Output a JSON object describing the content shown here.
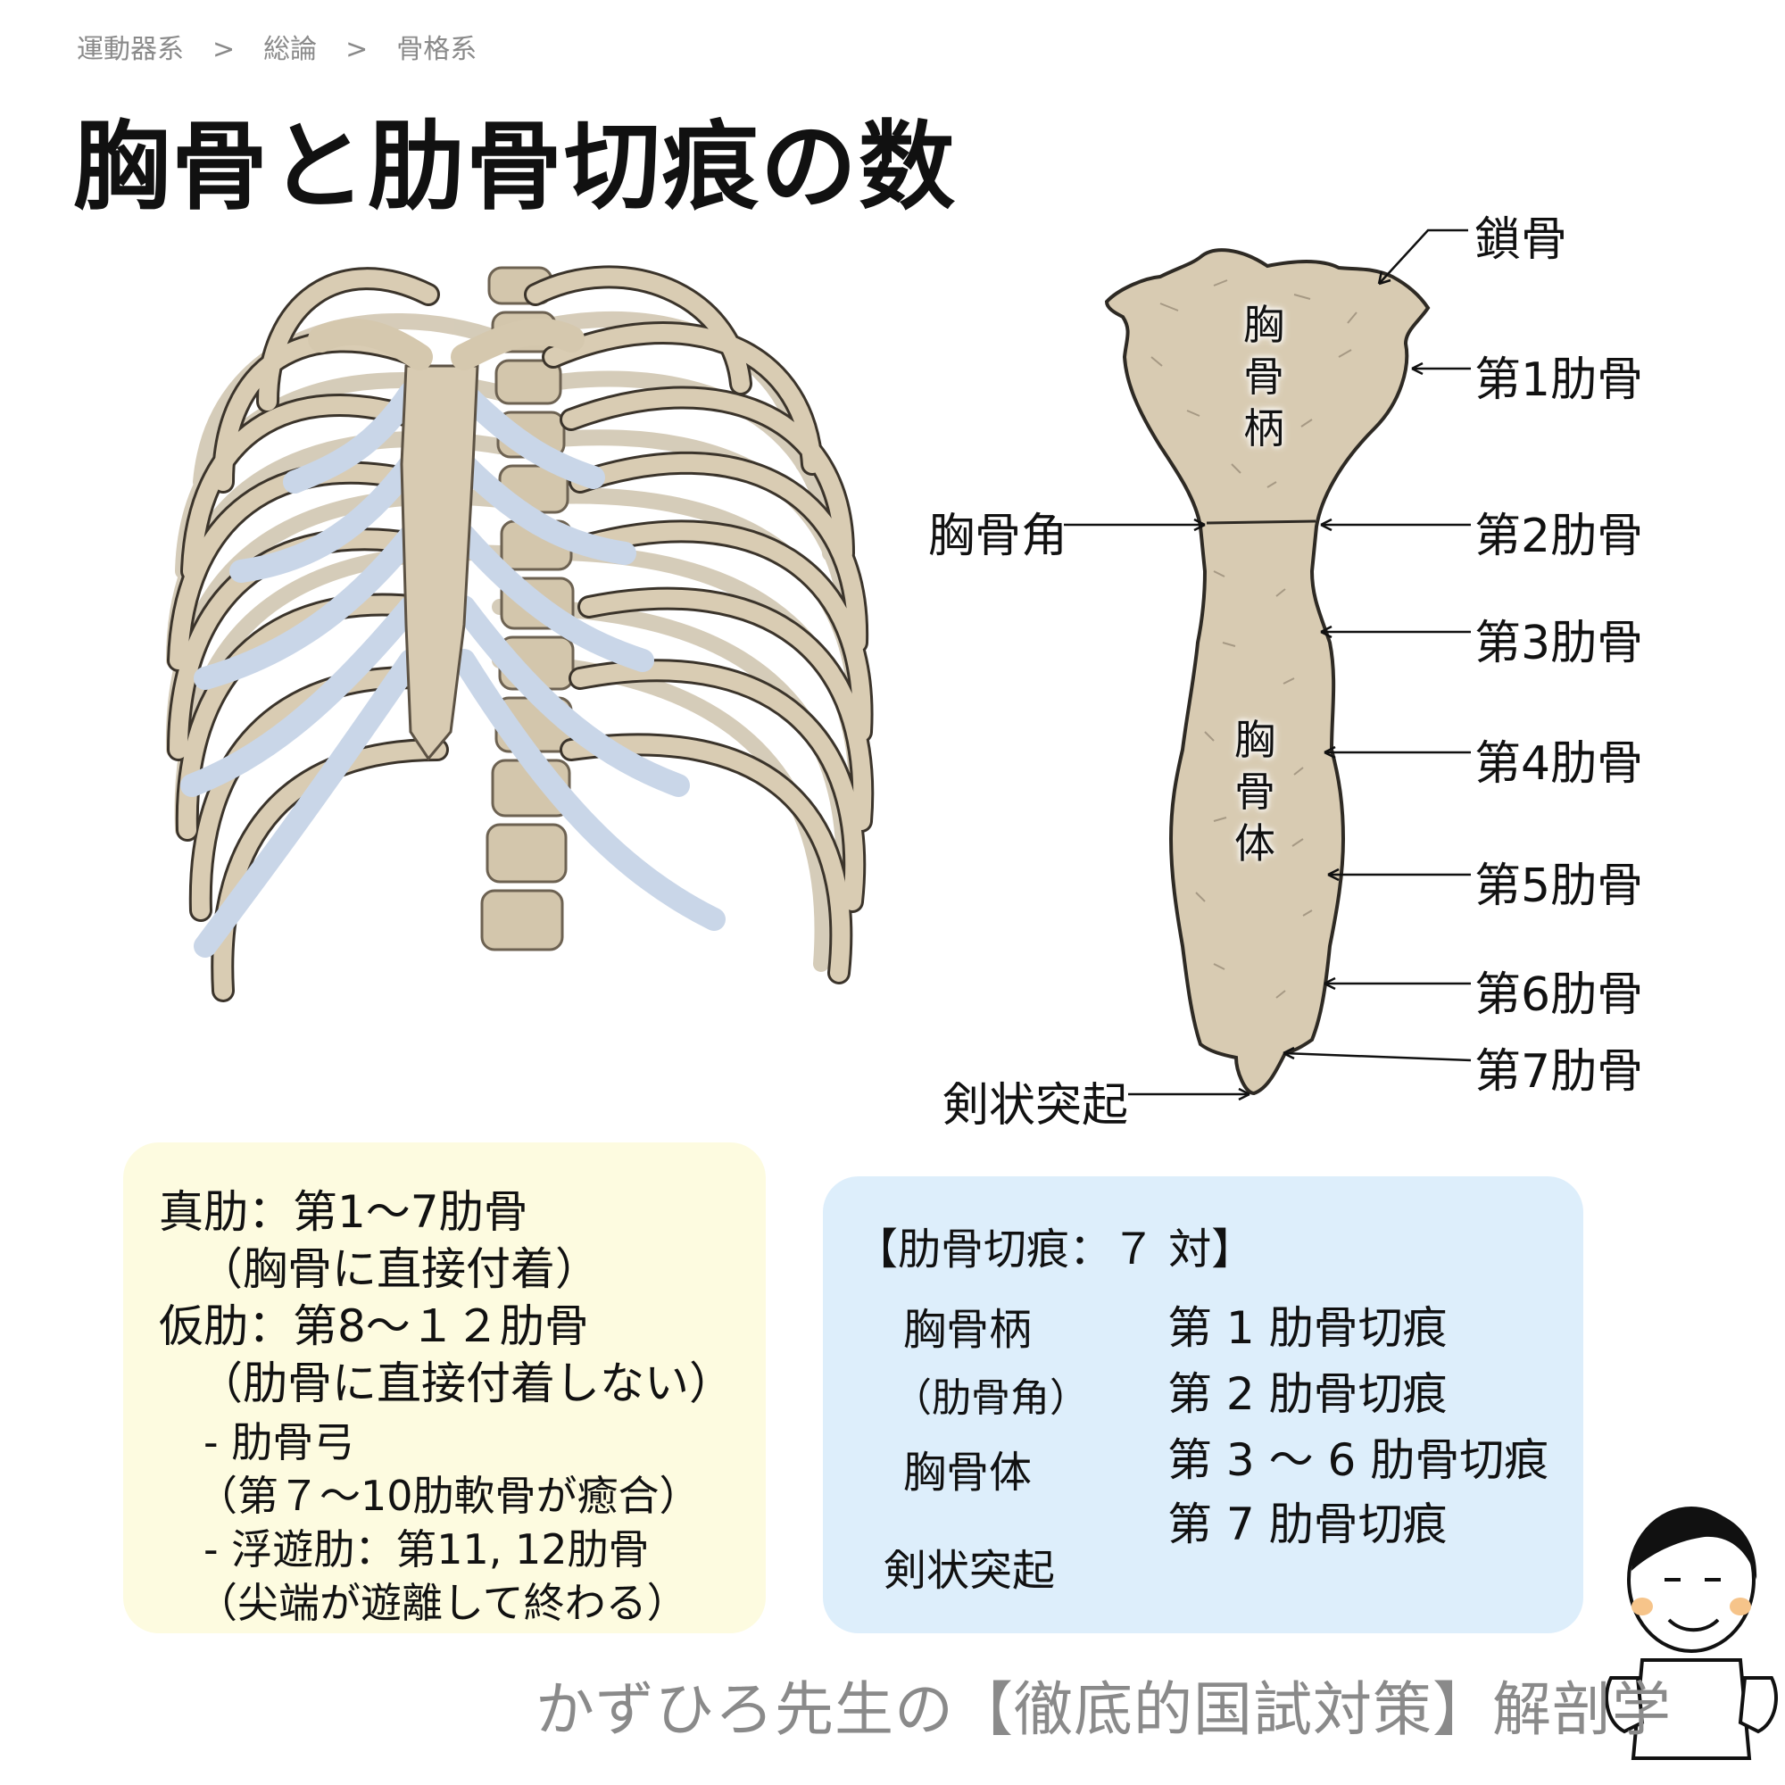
{
  "breadcrumb": {
    "items": [
      "運動器系",
      "総論",
      "骨格系"
    ],
    "separator": ">"
  },
  "title": "胸骨と肋骨切痕の数",
  "sternum_labels": {
    "clavicle": "鎖骨",
    "manubrium": "胸骨柄",
    "body": "胸骨体",
    "angle": "胸骨角",
    "xiphoid": "剣状突起",
    "ribs": [
      "第1肋骨",
      "第2肋骨",
      "第3肋骨",
      "第4肋骨",
      "第5肋骨",
      "第6肋骨",
      "第7肋骨"
    ]
  },
  "true_false_box": {
    "lines": [
      "真肋：第1〜7肋骨",
      "（胸骨に直接付着）",
      "仮肋：第8〜１２肋骨",
      "（肋骨に直接付着しない）",
      "- 肋骨弓",
      "（第７〜10肋軟骨が癒合）",
      "- 浮遊肋：第11, 12肋骨",
      "（尖端が遊離して終わる）"
    ]
  },
  "notch_box": {
    "heading": "【肋骨切痕：７ 対】",
    "left": [
      "胸骨柄",
      "（肋骨角）",
      "胸骨体",
      "剣状突起"
    ],
    "right": [
      "第 1 肋骨切痕",
      "第 2 肋骨切痕",
      "第 3 〜 6 肋骨切痕",
      "第 7 肋骨切痕"
    ]
  },
  "footer": "かずひろ先生の【徹底的国試対策】解剖学",
  "colors": {
    "bone": "#d8cbb2",
    "bone_dark": "#a89a80",
    "cartilage": "#c9d6e8",
    "yellow_box": "#fdfbe0",
    "blue_box": "#ddeefb",
    "grey_text": "#8a8a8a"
  }
}
